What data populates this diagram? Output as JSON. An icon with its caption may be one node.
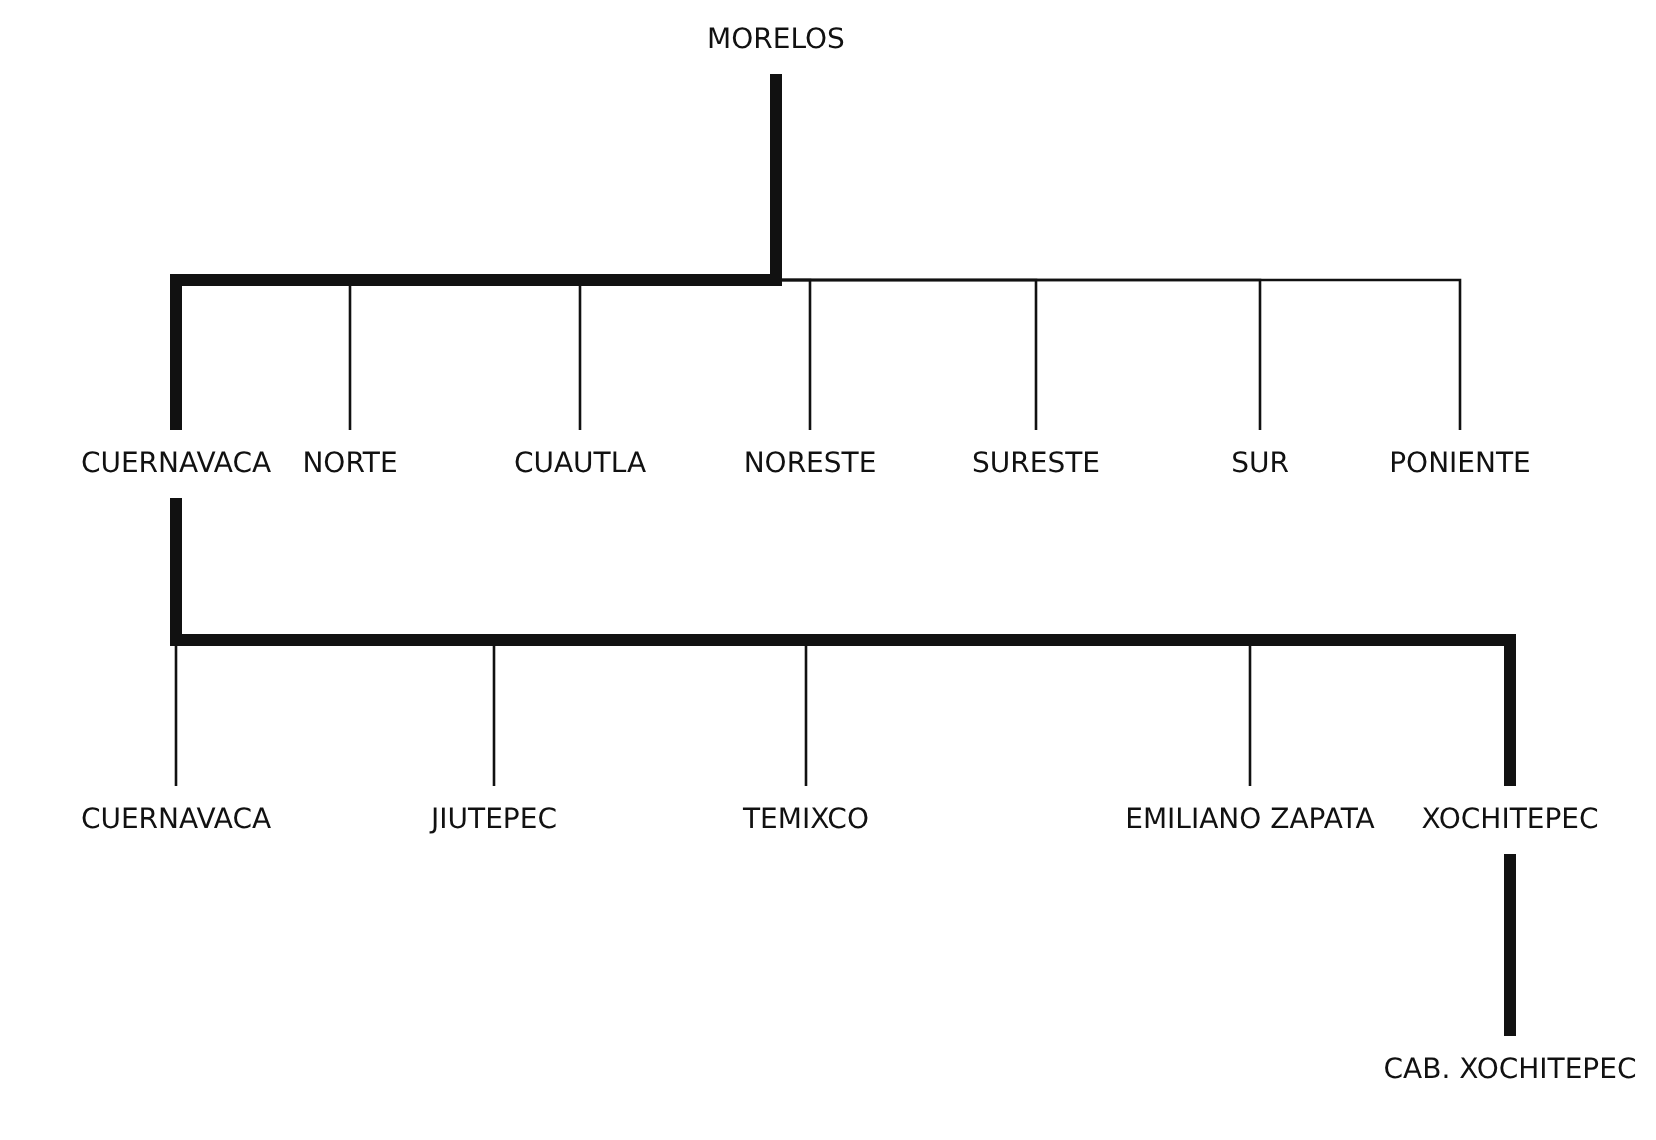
{
  "diagram": {
    "nodes": [
      {
        "text": [
          "MORELOS"
        ]
      },
      {
        "text": [
          "CUERNAVACA"
        ]
      },
      {
        "text": [
          "NORTE"
        ]
      },
      {
        "text": [
          "CUAUTLA"
        ]
      },
      {
        "text": [
          "NORESTE"
        ]
      },
      {
        "text": [
          "SURESTE"
        ]
      },
      {
        "text": [
          "SUR"
        ]
      },
      {
        "text": [
          "PONIENTE"
        ]
      },
      {
        "text": [
          "CUERNAVACA"
        ]
      },
      {
        "text": [
          "JIUTEPEC"
        ]
      },
      {
        "text": [
          "TEMIXCO"
        ]
      },
      {
        "text": [
          "EMILIANO ZAPATA"
        ]
      },
      {
        "text": [
          "XOCHITEPEC"
        ]
      },
      {
        "text": [
          "CAB. XOCHITEPEC"
        ]
      }
    ],
    "edges": [
      {
        "from": 0,
        "to": 1,
        "arrow": "none",
        "style": "thick"
      },
      {
        "from": 0,
        "to": 2,
        "arrow": "none"
      },
      {
        "from": 0,
        "to": 3,
        "arrow": "none"
      },
      {
        "from": 0,
        "to": 4,
        "arrow": "none"
      },
      {
        "from": 0,
        "to": 5,
        "arrow": "none"
      },
      {
        "from": 0,
        "to": 6,
        "arrow": "none"
      },
      {
        "from": 0,
        "to": 7,
        "arrow": "none"
      },
      {
        "from": 1,
        "to": 8,
        "arrow": "none"
      },
      {
        "from": 1,
        "to": 9,
        "arrow": "none"
      },
      {
        "from": 1,
        "to": 10,
        "arrow": "none"
      },
      {
        "from": 1,
        "to": 11,
        "arrow": "none"
      },
      {
        "from": 1,
        "to": 12,
        "arrow": "none",
        "style": "thick"
      },
      {
        "from": 12,
        "to": 13,
        "arrow": "none",
        "style": "thick"
      }
    ]
  }
}
